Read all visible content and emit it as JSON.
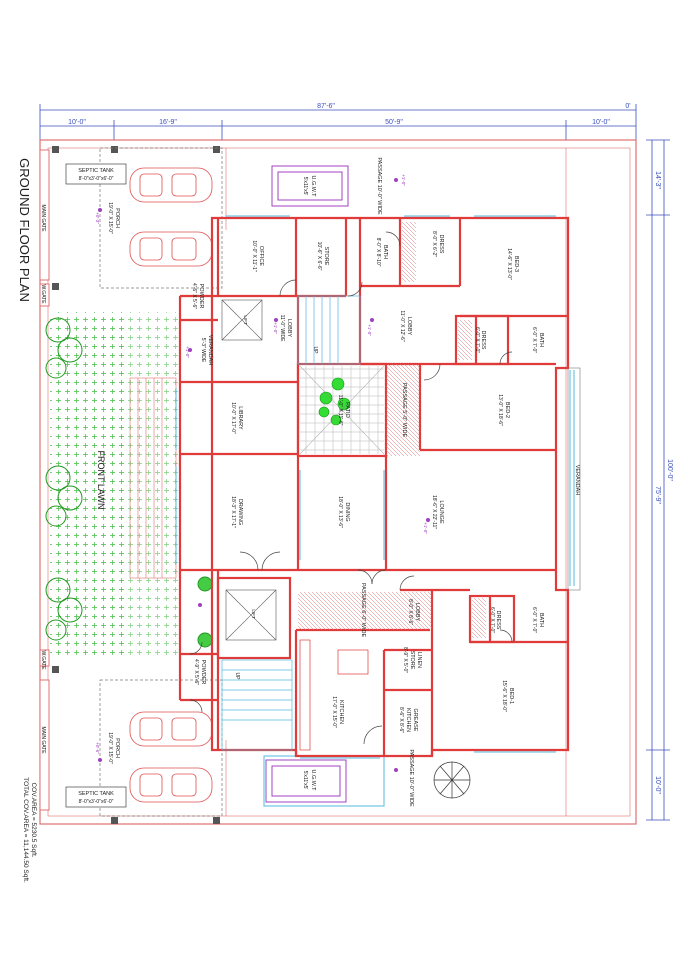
{
  "title": "GROUND FLOOR PLAN",
  "areas": {
    "cov_area": "COV.AREA = 5230.5 Sqft.",
    "total_cov_area": "TOTAL COV.AREA = 11,144.50 Sqft."
  },
  "dimensions": {
    "overall_width": "87'-6\"",
    "zero": "0'",
    "seg1": "10'-0\"",
    "seg2": "16'-9\"",
    "seg3": "50'-9\"",
    "seg4": "10'-0\"",
    "overall_depth": "100'-0\"",
    "inner_depth": "75'-9\"",
    "side_top": "14'-3\"",
    "side_bottom": "10'-0\""
  },
  "rooms": {
    "septic_top": "SEPTIC TANK",
    "septic_top_size": "8'-0\"x3'-0\"x6'-0\"",
    "porch_top": "PORCH",
    "porch_top_size": "19'-0\" X 15'-0\"",
    "main_gate_top": "MAIN GATE",
    "wicket_top": "W.GATE",
    "ugwt_top": "U.G.W.T",
    "ugwt_top_size": "5'x11'x5'",
    "passage_top": "PASSAGE 10'-0\" WIDE",
    "office": "OFFICE",
    "office_size": "10'-0\" X 11'-1\"",
    "store": "STORE",
    "store_size": "10'-6\" X 6'-6\"",
    "bath_top": "BATH",
    "bath_top_size": "8'-0\" X 8'-10\"",
    "dress_top": "DRESS",
    "dress_top_size": "8'-0\" X 6'-2\"",
    "bed3": "BED-3",
    "bed3_size": "14'-6\" X 13'-0\"",
    "powder_top": "POWDER",
    "powder_top_size": "4'-6\" X 5'-6\"",
    "lobby_left": "LOBBY",
    "lobby_left_size": "11'-0\" WIDE",
    "lobby_right": "LOBBY",
    "lobby_right_size": "11'-0\" X 12'-6\"",
    "dress_mid": "DRESS",
    "dress_mid_size": "6'-0\" X 7'-0\"",
    "bath_mid": "BATH",
    "bath_mid_size": "6'-0\" X 7'-0\"",
    "verandah_top": "VERANDAH",
    "verandah_top_size": "5'-3\" WIDE",
    "passage_mid": "PASSAGE 5'-0\" WIDE",
    "patio": "PATIO",
    "patio_size": "11'-0\" X 11'-6\"",
    "bed2": "BED-2",
    "bed2_size": "13'-0\" X 18'-6\"",
    "library": "LIBRARY",
    "library_size": "10'-0\" X 17'-0\"",
    "front_lawn": "FRONT LAWN",
    "drawing": "DRAWING",
    "drawing_size": "18'-3\" X 17'-1\"",
    "dining": "DINING",
    "dining_size": "18'-0\" X 13'-6\"",
    "lounge": "LOUNGE",
    "lounge_size": "18'-6\" X 22'-11\"",
    "verandah_right": "VERANDAH",
    "passage_low": "PASSAGE 6'-0\" WIDE",
    "lobby_low": "LOBBY",
    "lobby_low_size": "8'-0\" X 8'-6\"",
    "dress_low": "DRESS",
    "dress_low_size": "6'-0\" X 7'-0\"",
    "bath_low": "BATH",
    "bath_low_size": "6'-0\" X 7'-0\"",
    "powder_low": "POWDER",
    "powder_low_size": "4'-9\" X 5'-6\"",
    "linen": "LINEN",
    "linen2": "STORE",
    "linen_size": "8'-9\" X 5'-0\"",
    "kitchen": "KITCHEN",
    "kitchen_size": "17'-0\" X 15'-0\"",
    "grease": "GREASE",
    "grease2": "KITCHEN",
    "grease_size": "8'-6\" X 8'-6\"",
    "bed1": "BED-1",
    "bed1_size": "15'-6\" X 18'-0\"",
    "porch_low": "PORCH",
    "porch_low_size": "19'-0\" X 15'-0\"",
    "septic_low": "SEPTIC TANK",
    "septic_low_size": "8'-0\"x3'-0\"x6'-0\"",
    "main_gate_low": "MAIN GATE",
    "wicket_low": "W.GATE",
    "ugwt_low": "U.G.W.T",
    "ugwt_low_size": "5'x11'x5'",
    "passage_bottom": "PASSAGE 10'-0\" WIDE",
    "lift_top": "LIFT",
    "lift_low": "LIFT",
    "up_top": "UP",
    "up_low": "UP"
  },
  "levels": {
    "a": "+1'-0\"",
    "b": "+0'-3\"",
    "c": "+1'-0\"",
    "d": "+1'-0\"",
    "e": "+1'-0\"",
    "f": "+1'-0\"",
    "g": "+0'-6\""
  },
  "colors": {
    "wall": "#e03a3a",
    "dim": "#3a4fbf",
    "plot": "#e07070",
    "glass": "#55b8e0",
    "lawn": "#22aa22",
    "label": "#202020",
    "magenta": "#a040c0"
  }
}
